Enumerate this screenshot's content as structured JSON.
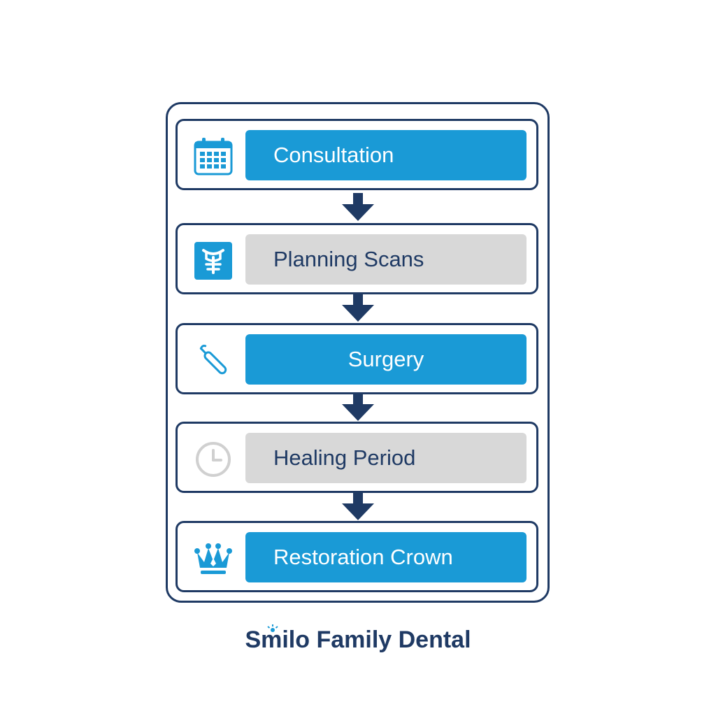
{
  "diagram": {
    "steps": [
      {
        "label": "Consultation",
        "icon": "calendar-icon",
        "state": "active"
      },
      {
        "label": "Planning Scans",
        "icon": "tooth-scan-icon",
        "state": "inactive"
      },
      {
        "label": "Surgery",
        "icon": "dental-tool-icon",
        "state": "active"
      },
      {
        "label": "Healing Period",
        "icon": "clock-icon",
        "state": "inactive"
      },
      {
        "label": "Restoration Crown",
        "icon": "crown-icon",
        "state": "active"
      }
    ]
  },
  "brand": {
    "name": "Smilo Family Dental"
  },
  "colors": {
    "accent": "#1a9ad6",
    "navy": "#1f3a64",
    "inactive": "#d8d8d8"
  }
}
